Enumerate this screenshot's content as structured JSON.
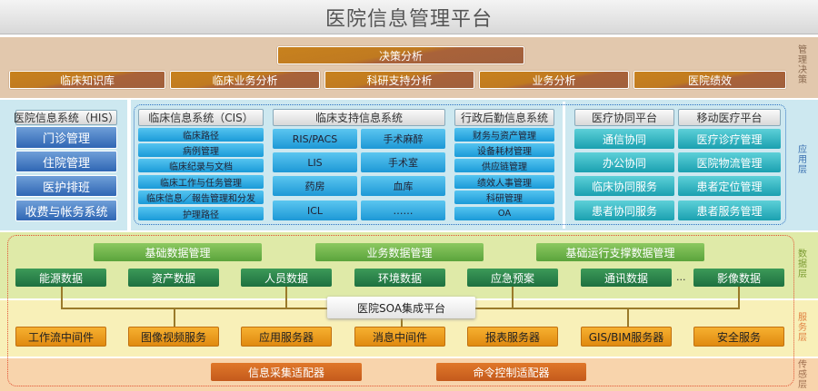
{
  "title": "医院信息管理平台",
  "layers": {
    "management": "管理决策",
    "application": "应用层",
    "data": "数据层",
    "service": "服务层",
    "sensing": "传感层"
  },
  "management": {
    "top": "决策分析",
    "items": [
      "临床知识库",
      "临床业务分析",
      "科研支持分析",
      "业务分析",
      "医院绩效"
    ]
  },
  "his": {
    "header": "医院信息系统（HIS）",
    "items": [
      "门诊管理",
      "住院管理",
      "医护排班",
      "收费与帐务系统"
    ]
  },
  "cis": {
    "header": "临床信息系统（CIS）",
    "items": [
      "临床路径",
      "病例管理",
      "临床纪录与文档",
      "临床工作与任务管理",
      "临床信息／報告管理和分发",
      "护理路径"
    ]
  },
  "support": {
    "header": "临床支持信息系统",
    "items": [
      "RIS/PACS",
      "手术麻醉",
      "LIS",
      "手术室",
      "药房",
      "血库",
      "ICL",
      "……"
    ]
  },
  "admin": {
    "header": "行政后勤信息系统",
    "items": [
      "财务与资产管理",
      "设备耗材管理",
      "供应链管理",
      "绩效人事管理",
      "科研管理",
      "OA"
    ]
  },
  "collab": {
    "header": "医疗协同平台",
    "items": [
      "通信协同",
      "办公协同",
      "临床协同服务",
      "患者协同服务"
    ]
  },
  "mobile": {
    "header": "移动医疗平台",
    "items": [
      "医疗诊疗管理",
      "医院物流管理",
      "患者定位管理",
      "患者服务管理"
    ]
  },
  "data_mgmt": [
    "基础数据管理",
    "业务数据管理",
    "基础运行支撑数据管理"
  ],
  "data_items": [
    "能源数据",
    "资产数据",
    "人员数据",
    "环境数据",
    "应急预案",
    "通讯数据",
    "影像数据"
  ],
  "ellipsis": "...",
  "soa": "医院SOA集成平台",
  "services": [
    "工作流中间件",
    "图像视频服务",
    "应用服务器",
    "消息中间件",
    "报表服务器",
    "GIS/BIM服务器",
    "安全服务"
  ],
  "adapters": [
    "信息采集适配器",
    "命令控制适配器"
  ]
}
